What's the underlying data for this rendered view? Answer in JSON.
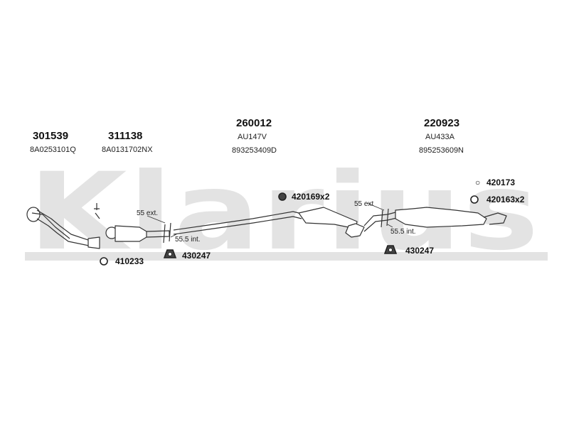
{
  "watermark": "Klarius",
  "colors": {
    "watermark": "#e3e3e3",
    "line": "#333333"
  },
  "parts": [
    {
      "number": "301539",
      "ref": "8A0253101Q"
    },
    {
      "number": "311138",
      "ref": "8A0131702NX"
    },
    {
      "number": "260012",
      "ref": "AU147V",
      "ref2": "893253409D"
    },
    {
      "number": "220923",
      "ref": "AU433A",
      "ref2": "895253609N"
    }
  ],
  "accessories": {
    "front_ring": "410233",
    "front_hanger": "430247",
    "mid_ring": "420169x2",
    "rear_hanger": "430247",
    "rear_bolt": "420173",
    "rear_ring": "420163x2"
  },
  "dimensions": {
    "front_ext": "55 ext.",
    "front_int": "55.5 int.",
    "rear_ext": "55 ext",
    "rear_int": "55.5 int."
  }
}
